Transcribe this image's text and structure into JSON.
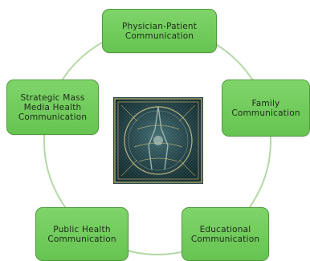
{
  "diagram": {
    "ring_color": "#b3d9a4",
    "node_fill": "#73cc5d",
    "node_border": "#4e9a3c",
    "center_image": "decorative-tapestry-emblem",
    "nodes": [
      {
        "id": "physician",
        "label": "Physician-Patient\nCommunication"
      },
      {
        "id": "family",
        "label": "Family\nCommunication"
      },
      {
        "id": "strategic",
        "label": "Strategic Mass\nMedia Health\nCommunication"
      },
      {
        "id": "public",
        "label": "Public Health\nCommunication"
      },
      {
        "id": "educational",
        "label": "Educational\nCommunication"
      }
    ]
  }
}
